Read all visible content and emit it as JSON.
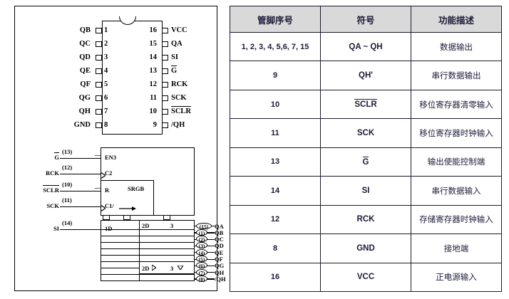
{
  "dip": {
    "left_pins": [
      {
        "num": "1",
        "label": "QB"
      },
      {
        "num": "2",
        "label": "QC"
      },
      {
        "num": "3",
        "label": "QD"
      },
      {
        "num": "4",
        "label": "QE"
      },
      {
        "num": "5",
        "label": "QF"
      },
      {
        "num": "6",
        "label": "QG"
      },
      {
        "num": "7",
        "label": "QH"
      },
      {
        "num": "8",
        "label": "GND"
      }
    ],
    "right_pins": [
      {
        "num": "16",
        "label": "VCC"
      },
      {
        "num": "15",
        "label": "QA"
      },
      {
        "num": "14",
        "label": "SI"
      },
      {
        "num": "13",
        "label": "G"
      },
      {
        "num": "12",
        "label": "RCK"
      },
      {
        "num": "11",
        "label": "SCK"
      },
      {
        "num": "10",
        "label": "SCLR"
      },
      {
        "num": "9",
        "label": "/QH"
      }
    ]
  },
  "logic": {
    "inputs": [
      {
        "name": "G",
        "pin": "(13)",
        "port": "EN3"
      },
      {
        "name": "RCK",
        "pin": "(12)",
        "port": "C2"
      },
      {
        "name": "SCLR",
        "pin": "(10)",
        "port": "R"
      },
      {
        "name": "SCK",
        "pin": "(11)",
        "port": "C1/"
      },
      {
        "name": "SI",
        "pin": "(14)",
        "port": "1D"
      }
    ],
    "block_label": "SRGB",
    "stage_top_2d": "2D",
    "stage_top_3": "3",
    "stage_bot_2d": "2D",
    "stage_bot_3": "3",
    "outputs": [
      {
        "pin": "(15)",
        "label": "QA"
      },
      {
        "pin": "(1)",
        "label": "QB"
      },
      {
        "pin": "(2)",
        "label": "QC"
      },
      {
        "pin": "(3)",
        "label": "QD"
      },
      {
        "pin": "(4)",
        "label": "QE"
      },
      {
        "pin": "(5)",
        "label": "QF"
      },
      {
        "pin": "(6)",
        "label": "QG"
      },
      {
        "pin": "(7)",
        "label": "QH"
      },
      {
        "pin": "(8)",
        "label": "/QH"
      }
    ]
  },
  "table": {
    "headers": [
      "管脚序号",
      "符号",
      "功能描述"
    ],
    "rows": [
      {
        "pin": "1, 2, 3, 4, 5,6, 7, 15",
        "symbol": "QA ~ QH",
        "overline": false,
        "desc": "数据输出"
      },
      {
        "pin": "9",
        "symbol": "QH'",
        "overline": false,
        "desc": "串行数据输出"
      },
      {
        "pin": "10",
        "symbol": "SCLR",
        "overline": true,
        "desc": "移位寄存器清零输入"
      },
      {
        "pin": "11",
        "symbol": "SCK",
        "overline": false,
        "desc": "移位寄存器时钟输入"
      },
      {
        "pin": "13",
        "symbol": "G",
        "overline": true,
        "desc": "输出使能控制端"
      },
      {
        "pin": "14",
        "symbol": "SI",
        "overline": false,
        "desc": "串行数据输入"
      },
      {
        "pin": "12",
        "symbol": "RCK",
        "overline": false,
        "desc": "存储寄存器时钟输入"
      },
      {
        "pin": "8",
        "symbol": "GND",
        "overline": false,
        "desc": "接地端"
      },
      {
        "pin": "16",
        "symbol": "VCC",
        "overline": false,
        "desc": "正电源输入"
      }
    ]
  },
  "colors": {
    "header_bg": "#d9d9d9",
    "border": "#1a1a2e",
    "text": "#1b1b38",
    "line": "#000000"
  }
}
